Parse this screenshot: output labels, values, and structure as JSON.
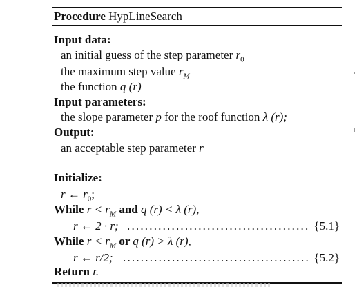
{
  "header": {
    "keyword": "Procedure",
    "name": "HypLineSearch"
  },
  "input_data": {
    "heading": "Input data:",
    "items": [
      {
        "text": "an initial guess of the step parameter ",
        "symbol": "r",
        "sub": "0"
      },
      {
        "text": "the maximum step value ",
        "symbol": "r",
        "sub": "M"
      },
      {
        "text": "the function ",
        "symbol": "q",
        "sub": "",
        "tail": " (r)"
      }
    ]
  },
  "input_parameters": {
    "heading": "Input parameters:",
    "text_a": "the slope parameter ",
    "sym_p": "p",
    "text_b": " for the roof function ",
    "sym_lambda": "λ",
    "text_c": " (r);"
  },
  "output": {
    "heading": "Output:",
    "text": "an acceptable step parameter ",
    "sym": "r"
  },
  "initialize": {
    "heading": "Initialize:",
    "assign_lhs": "r",
    "arrow": " ← ",
    "assign_rhs": "r",
    "assign_sub": "0",
    "assign_end": ";"
  },
  "loop1": {
    "keyword_while": "While",
    "cond_a": " r < r",
    "cond_a_sub": "M",
    "keyword_and": " and ",
    "cond_b": "q (r) < λ (r),",
    "body": "r ← 2 · r;",
    "ref": "{5.1}"
  },
  "loop2": {
    "keyword_while": "While",
    "cond_a": " r < r",
    "cond_a_sub": "M",
    "keyword_or": " or ",
    "cond_b": "q (r) > λ (r),",
    "body": "r ← r/2;",
    "ref": "{5.2}"
  },
  "return_stmt": {
    "keyword": "Return",
    "value": " r."
  }
}
